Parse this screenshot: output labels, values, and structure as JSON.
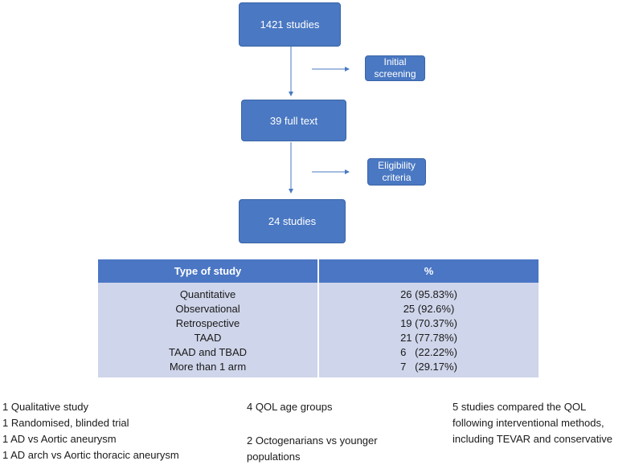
{
  "flow": {
    "start": "1421 studies",
    "step2": "39 full text",
    "end": "24 studies",
    "filter1": "Initial\nscreening",
    "filter2": "Eligibility\ncriteria"
  },
  "table": {
    "headers": [
      "Type of study",
      "%"
    ],
    "rows": [
      [
        "Quantitative",
        "26 (95.83%)"
      ],
      [
        "Observational",
        "25 (92.6%)"
      ],
      [
        "Retrospective",
        "19 (70.37%)"
      ],
      [
        "TAAD",
        "21 (77.78%)"
      ],
      [
        "TAAD and TBAD",
        "6   (22.22%)"
      ],
      [
        "More than 1 arm",
        "7   (29.17%)"
      ]
    ]
  },
  "notes": {
    "left": [
      "1 Qualitative  study",
      "1 Randomised, blinded trial",
      "1 AD vs Aortic aneurysm",
      "1 AD arch vs Aortic thoracic aneurysm"
    ],
    "middle_a": "4 QOL age groups",
    "middle_b": [
      "2 Octogenarians vs younger",
      "populations"
    ],
    "right": [
      "5 studies compared the QOL",
      "following interventional methods,",
      "including TEVAR and conservative"
    ]
  }
}
